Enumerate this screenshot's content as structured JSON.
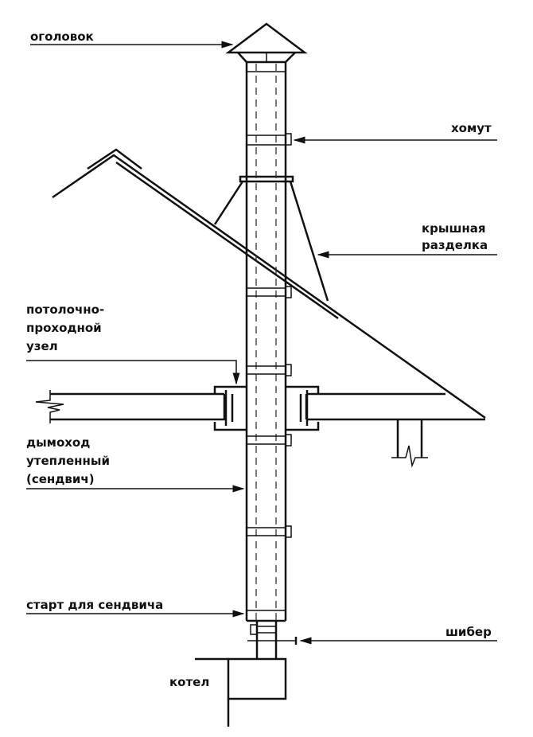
{
  "labels": {
    "cap": "оголовок",
    "clamp": "хомут",
    "roof_cut_1": "крышная",
    "roof_cut_2": "разделка",
    "ceiling_unit_1": "потолочно-",
    "ceiling_unit_2": "проходной",
    "ceiling_unit_3": "узел",
    "chimney_1": "дымоход",
    "chimney_2": "утепленный",
    "chimney_3": "(сендвич)",
    "start": "старт для сендвича",
    "damper": "шибер",
    "boiler": "котел"
  }
}
